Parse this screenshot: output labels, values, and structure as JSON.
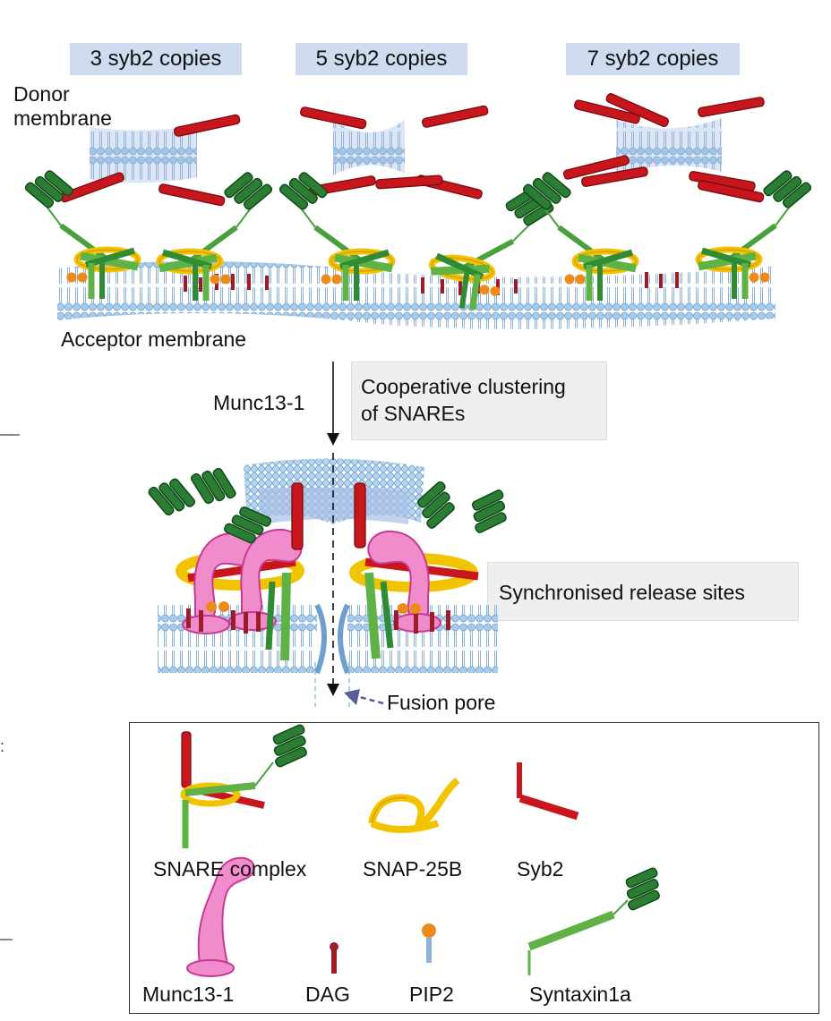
{
  "copies": [
    "3 syb2 copies",
    "5 syb2 copies",
    "7 syb2 copies"
  ],
  "donor_membrane": [
    "Donor",
    "membrane"
  ],
  "acceptor_membrane": "Acceptor membrane",
  "munc_label": "Munc13-1",
  "cooperative": [
    "Cooperative clustering",
    "of SNAREs"
  ],
  "synchronised": "Synchronised release sites",
  "fusion_pore": "Fusion pore",
  "legend": {
    "snare_complex": "SNARE complex",
    "snap25b": "SNAP-25B",
    "syb2": "Syb2",
    "munc13": "Munc13-1",
    "dag": "DAG",
    "pip2": "PIP2",
    "syntaxin": "Syntaxin1a"
  },
  "colors": {
    "syb2": "#c8161d",
    "syntaxin_light": "#7bc043",
    "syntaxin_dark": "#1e6b2a",
    "snap25b": "#f2c400",
    "munc13": "#e86ab8",
    "dag": "#9b1c2a",
    "pip2": "#ee8a1a",
    "membrane": "#9fc3e6",
    "label_bg": "#cfdcf0",
    "box_bg": "#efefef"
  }
}
